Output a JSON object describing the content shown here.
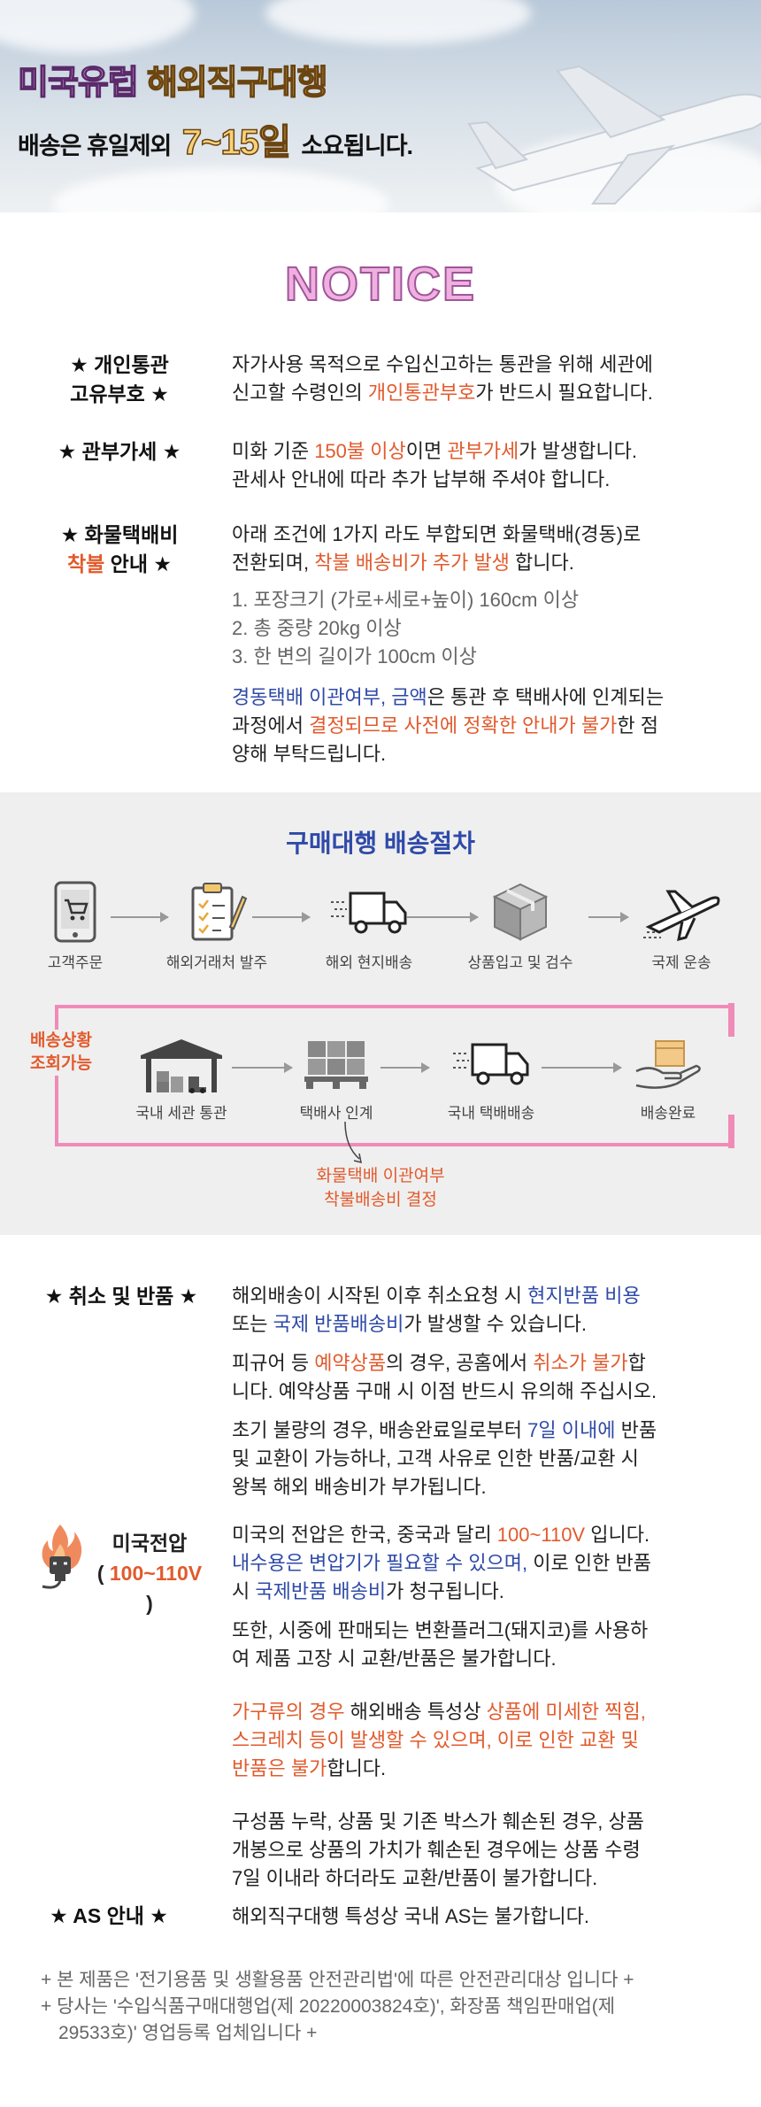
{
  "hero": {
    "title_a": "미국유럽",
    "title_b": "해외직구대행",
    "sub_a": "배송은 휴일제외",
    "sub_days": "7~15일",
    "sub_b": "소요됩니다."
  },
  "notice": {
    "title": "NOTICE",
    "customs_label_1": "★ 개인통관",
    "customs_label_2": "고유부호 ★",
    "customs_t1": "자가사용 목적으로 수입신고하는 통관을 위해 세관에",
    "customs_t2a": "신고할 수령인의 ",
    "customs_t2b": "개인통관부호",
    "customs_t2c": "가 반드시 필요합니다.",
    "tax_label": "★ 관부가세 ★",
    "tax_t1a": "미화 기준 ",
    "tax_t1b": "150불 이상",
    "tax_t1c": "이면 ",
    "tax_t1d": "관부가세",
    "tax_t1e": "가 발생합니다.",
    "tax_t2": "관세사 안내에 따라 추가 납부해 주셔야 합니다.",
    "cargo_label_1": "★ 화물택배비",
    "cargo_label_2a": "착불",
    "cargo_label_2b": " 안내 ★",
    "cargo_t1": "아래 조건에 1가지 라도 부합되면 화물택배(경동)로",
    "cargo_t2a": "전환되며, ",
    "cargo_t2b": "착불 배송비가 추가 발생",
    "cargo_t2c": " 합니다.",
    "cond_1": "1. 포장크기 (가로+세로+높이) 160cm 이상",
    "cond_2": "2. 총 중량 20kg 이상",
    "cond_3": "3. 한 변의 길이가 100cm 이상",
    "cargo_t3a": "경동택배 이관여부, 금액",
    "cargo_t3b": "은 통관 후 택배사에 인계되는",
    "cargo_t4a": "과정에서 ",
    "cargo_t4b": "결정되므로 사전에 정확한 안내가 불가",
    "cargo_t4c": "한 점",
    "cargo_t5": "양해 부탁드립니다."
  },
  "process": {
    "title": "구매대행 배송절차",
    "steps": [
      "고객주문",
      "해외거래처 발주",
      "해외 현지배송",
      "상품입고 및 검수",
      "국제 운송"
    ],
    "steps2": [
      "국내 세관 통관",
      "택배사 인계",
      "국내 택배배송",
      "배송완료"
    ],
    "track_1": "배송상황",
    "track_2": "조회가능",
    "note_1": "화물택배 이관여부",
    "note_2": "착불배송비 결정"
  },
  "policy": {
    "cancel_label": "★ 취소 및 반품 ★",
    "c1a": "해외배송이 시작된 이후 취소요청 시 ",
    "c1b": "현지반품 비용",
    "c2a": "또는 ",
    "c2b": "국제 반품배송비",
    "c2c": "가 발생할 수 있습니다.",
    "c3a": "피규어 등 ",
    "c3b": "예약상품",
    "c3c": "의 경우, 공홈에서 ",
    "c3d": "취소가 불가",
    "c3e": "합",
    "c4": "니다. 예약상품 구매 시 이점 반드시 유의해 주십시오.",
    "c5a": "초기 불량의 경우, 배송완료일로부터 ",
    "c5b": "7일 이내에",
    "c5c": " 반품",
    "c6": "및 교환이 가능하나, 고객 사유로 인한 반품/교환 시",
    "c7": "왕복 해외 배송비가 부가됩니다.",
    "volt_label_1": "미국전압",
    "volt_label_2": "100~110V",
    "v1a": "미국의 전압은 한국, 중국과 달리 ",
    "v1b": "100~110V",
    "v1c": " 입니다.",
    "v2a": "내수용은 변압기가 필요할 수 있으며,",
    "v2b": " 이로 인한 반품",
    "v3a": "시 ",
    "v3b": "국제반품 배송비",
    "v3c": "가 청구됩니다.",
    "v4": "또한, 시중에 판매되는 변환플러그(돼지코)를 사용하",
    "v5": "여 제품 고장 시 교환/반품은 불가합니다.",
    "f1a": "가구류의 경우",
    "f1b": " 해외배송 특성상 ",
    "f1c": "상품에 미세한 찍힘,",
    "f2": "스크레치 등이 발생할 수 있으며, 이로 인한 교환 및",
    "f3a": "반품은 불가",
    "f3b": "합니다.",
    "p1": "구성품 누락, 상품 및 기존 박스가 훼손된 경우, 상품",
    "p2": "개봉으로 상품의 가치가 훼손된 경우에는 상품 수령",
    "p3": "7일 이내라 하더라도 교환/반품이 불가합니다.",
    "as_label": "★ AS 안내 ★",
    "as_text": "해외직구대행 특성상 국내 AS는 불가합니다."
  },
  "footer": {
    "line1": "+ 본 제품은 '전기용품 및 생활용품 안전관리법'에 따른 안전관리대상 입니다 +",
    "line2": "+ 당사는 '수입식품구매대행업(제 20220003824호)', 화장품 책임판매업(제",
    "line3": "29533호)' 영업등록 업체입니다 +"
  }
}
